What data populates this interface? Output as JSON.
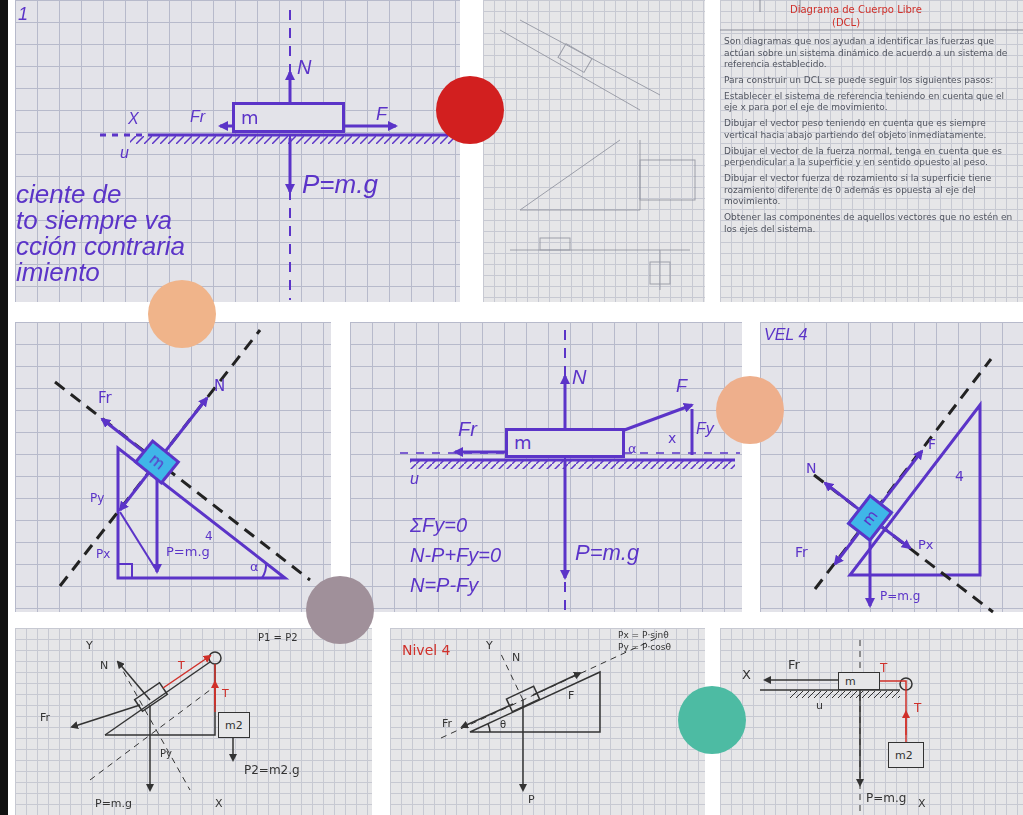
{
  "diagram": {
    "nodes": [
      {
        "text": [
          "m"
        ]
      },
      {
        "text": [
          "m"
        ]
      },
      {
        "text": [
          "m"
        ]
      },
      {
        "text": [
          "m"
        ]
      },
      {
        "text": [
          "m"
        ]
      },
      {
        "text": [
          "m2"
        ]
      },
      {
        "text": [
          "m2"
        ]
      }
    ],
    "edges": [
      {
        "from": 4,
        "to": 5,
        "arrow": "none"
      }
    ],
    "labels": [
      "1",
      "N",
      "X",
      "Fr",
      "F",
      "u",
      "P=m.g",
      "ciente de",
      "to siempre va",
      "cción contraria",
      "imiento",
      "Diagrama de Cuerpo Libre",
      "(DCL)",
      "Son diagramas que nos ayudan a identificar las fuerzas que actúan sobre un sistema dinámico de acuerdo a un sistema de referencia establecido.",
      "Para construir un DCL se puede seguir los siguientes pasos:",
      "Establecer el sistema de referencia teniendo en cuenta que el eje x para por el eje de movimiento.",
      "Dibujar el vector peso teniendo en cuenta que es siempre vertical hacia abajo partiendo del objeto inmediatamente.",
      "Dibujar el vector de la fuerza normal, tenga en cuenta que es perpendicular a la superficie y en sentido opuesto al peso.",
      "Dibujar el vector fuerza de rozamiento si la superficie tiene rozamiento diferente de 0 además es opuesta al eje del movimiento.",
      "Obtener las componentes de aquellos vectores que no estén en los ejes del sistema.",
      "Fr",
      "N",
      "Py",
      "Px",
      "P=m.g",
      "4",
      "α",
      "N",
      "F",
      "Fr",
      "α",
      "Fy",
      "x",
      "u",
      "P=m.g",
      "ΣFy=0",
      "N-P+Fy=0",
      "N=P-Fy",
      "VEL 4",
      "N",
      "F",
      "4",
      "Fr",
      "Px",
      "P=m.g",
      "Y",
      "N",
      "T",
      "T",
      "Fr",
      "P1 = P2",
      "P2=m2.g",
      "P=m.g",
      "X",
      "Py",
      "Nivel 4",
      "Px = P·sinθ",
      "Py = P·cosθ",
      "Y",
      "N",
      "F",
      "Fr",
      "θ",
      "P",
      "X",
      "Fr",
      "T",
      "u",
      "T",
      "P=m.g",
      "X"
    ]
  }
}
